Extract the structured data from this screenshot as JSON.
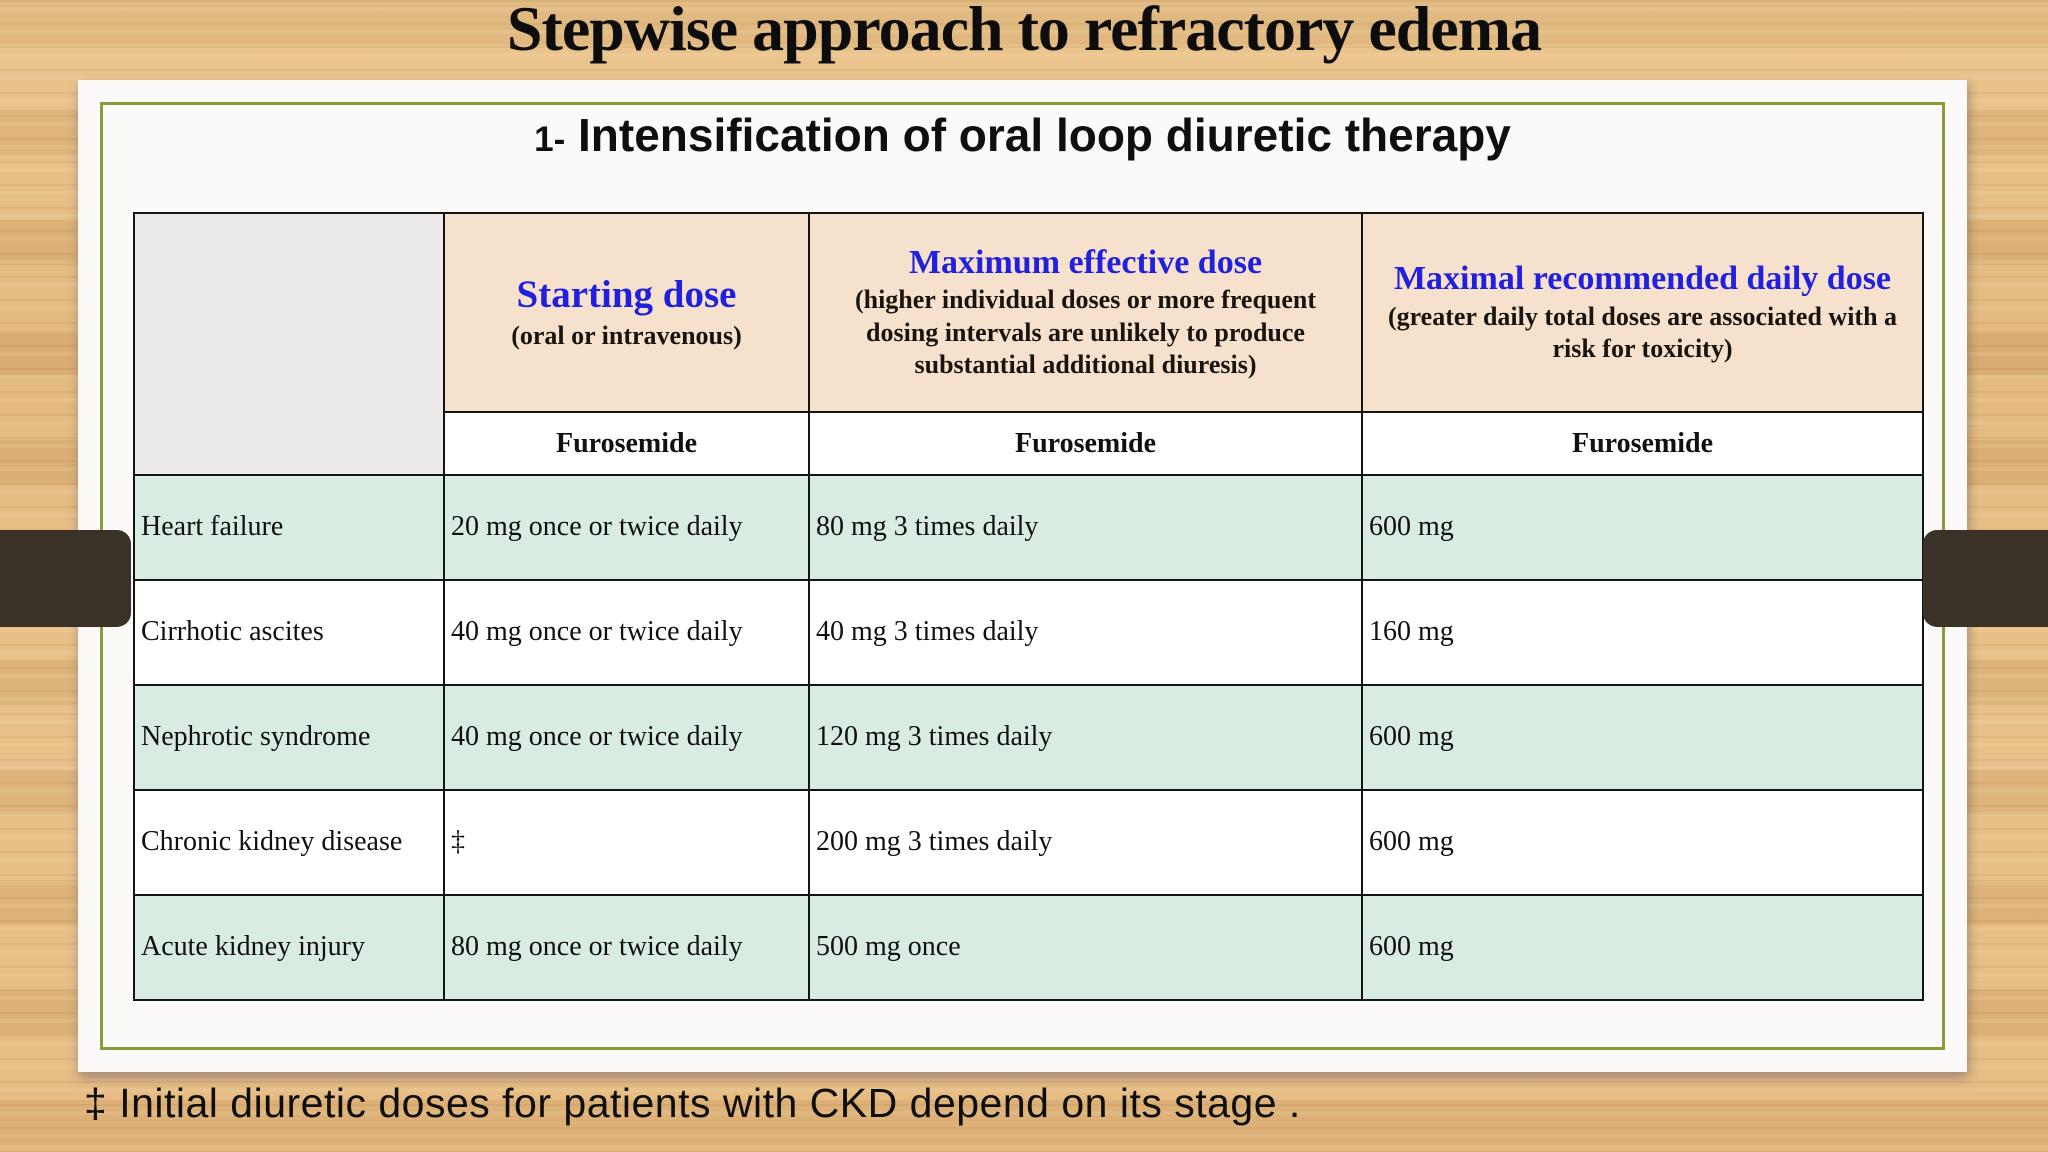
{
  "title": "Stepwise approach to refractory edema",
  "subtitle": {
    "prefix": "1-",
    "text": "Intensification of oral loop diuretic therapy"
  },
  "table": {
    "columns": [
      {
        "title": "",
        "subtitle": ""
      },
      {
        "title": "Starting dose",
        "subtitle": "(oral or intravenous)"
      },
      {
        "title": "Maximum effective dose",
        "subtitle": "(higher individual doses or more frequent dosing intervals are unlikely to produce substantial additional diuresis)"
      },
      {
        "title": "Maximal recommended daily dose",
        "subtitle": "(greater daily total doses are associated with a risk for toxicity)"
      }
    ],
    "drug_row": [
      "Furosemide",
      "Furosemide",
      "Furosemide"
    ],
    "rows": [
      {
        "condition": "Heart failure",
        "starting": "20 mg once or twice daily",
        "max_effective": "80 mg 3 times daily",
        "max_daily": "600 mg"
      },
      {
        "condition": "Cirrhotic ascites",
        "starting": "40 mg once or twice daily",
        "max_effective": "40 mg 3 times daily",
        "max_daily": "160 mg"
      },
      {
        "condition": "Nephrotic syndrome",
        "starting": "40 mg once or twice daily",
        "max_effective": "120 mg 3 times daily",
        "max_daily": "600 mg"
      },
      {
        "condition": "Chronic kidney disease",
        "starting": "‡",
        "max_effective": "200 mg 3 times daily",
        "max_daily": "600 mg"
      },
      {
        "condition": "Acute kidney injury",
        "starting": "80 mg once or twice daily",
        "max_effective": "500 mg once",
        "max_daily": "600 mg"
      }
    ]
  },
  "footnote": "‡ Initial diuretic doses for patients with CKD depend on its stage .",
  "colors": {
    "accent_blue": "#2121dd",
    "header_peach": "#f6e2cc",
    "row_mint": "#d9ece2",
    "row_white": "#fffffe",
    "corner_gray": "#ebeae8",
    "frame_olive": "#8a9a3c",
    "table_border": "#141414",
    "side_bar_brown": "#3a3127",
    "wood_tan": "#e2b77c"
  }
}
